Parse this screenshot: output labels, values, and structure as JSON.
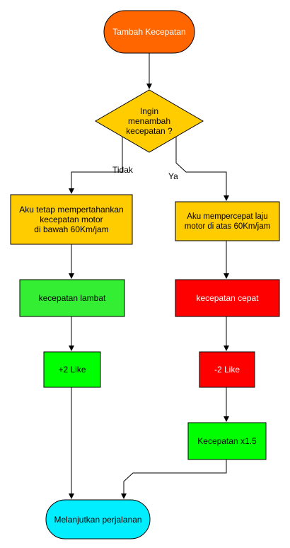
{
  "nodes": {
    "start": {
      "text": "Tambah Kecepatan",
      "fill": "#FF6600"
    },
    "decision": {
      "text": "Ingin\nmenambah\nkecepatan ?",
      "fill": "#FFCC00"
    },
    "left_box": {
      "text": "Aku tetap mempertahankan\nkecepatan motor\ndi bawah 60Km/jam",
      "fill": "#FFCC00"
    },
    "right_box": {
      "text": "Aku mempercepat laju\nmotor di atas 60Km/jam",
      "fill": "#FFCC00"
    },
    "slow": {
      "text": "kecepatan lambat",
      "fill": "#33EE33"
    },
    "fast": {
      "text": "kecepatan cepat",
      "fill": "#FF0000"
    },
    "plus_like": {
      "text": "+2 Like",
      "fill": "#00FF00"
    },
    "minus_like": {
      "text": "-2 Like",
      "fill": "#FF0000"
    },
    "speed_mult": {
      "text": "Kecepatan x1.5",
      "fill": "#00FF00"
    },
    "end": {
      "text": "Melanjutkan perjalanan",
      "fill": "#00EEFF"
    }
  },
  "edges": {
    "no_label": "Tidak",
    "yes_label": "Ya"
  }
}
